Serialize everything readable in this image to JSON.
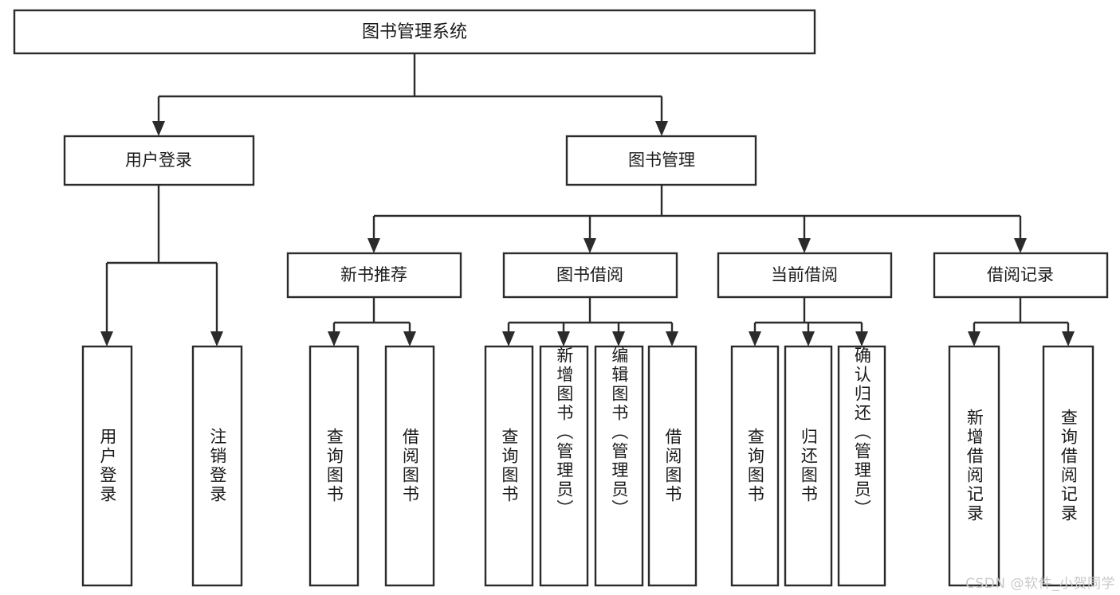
{
  "diagram": {
    "title": "图书管理系统",
    "type": "tree",
    "watermark": "CSDN @软件_小贺同学",
    "colors": {
      "box_stroke": "#2b2b2b",
      "box_fill": "#ffffff",
      "text": "#1a1a1a",
      "background": "#ffffff",
      "watermark": "#c9c9c9"
    },
    "nodes": {
      "root": {
        "label": "图书管理系统"
      },
      "level2": [
        {
          "label": "用户登录"
        },
        {
          "label": "图书管理"
        }
      ],
      "level3": [
        {
          "label": "新书推荐"
        },
        {
          "label": "图书借阅"
        },
        {
          "label": "当前借阅"
        },
        {
          "label": "借阅记录"
        }
      ],
      "leaves": {
        "user_login": [
          {
            "label": "用户登录"
          },
          {
            "label": "注销登录"
          }
        ],
        "new_book_recommend": [
          {
            "label": "查询图书"
          },
          {
            "label": "借阅图书"
          }
        ],
        "book_borrow": [
          {
            "label": "查询图书"
          },
          {
            "label": "新增图书（管理员）"
          },
          {
            "label": "编辑图书（管理员）"
          },
          {
            "label": "借阅图书"
          }
        ],
        "current_borrow": [
          {
            "label": "查询图书"
          },
          {
            "label": "归还图书"
          },
          {
            "label": "确认归还（管理员）"
          }
        ],
        "borrow_record": [
          {
            "label": "新增借阅记录"
          },
          {
            "label": "查询借阅记录"
          }
        ]
      }
    }
  }
}
